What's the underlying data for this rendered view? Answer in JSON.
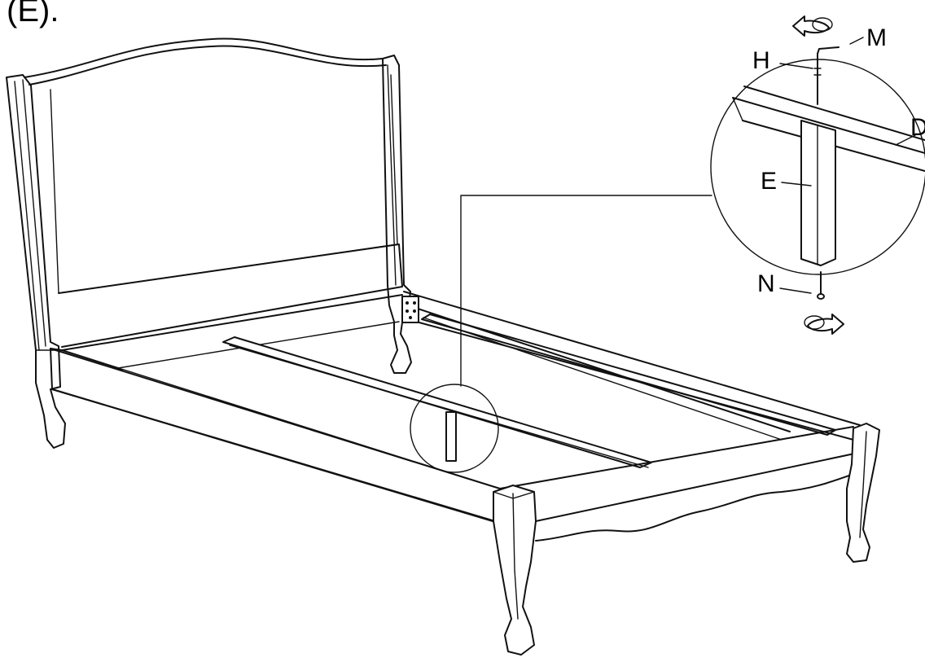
{
  "caption_fragment": "(E).",
  "labels": {
    "M": "M",
    "H": "H",
    "D": "D",
    "E": "E",
    "N": "N"
  },
  "icons": {
    "top_rotation": "rotate-arrow-icon",
    "bottom_rotation": "rotate-arrow-icon"
  },
  "line_color": "#111111",
  "background": "#ffffff"
}
